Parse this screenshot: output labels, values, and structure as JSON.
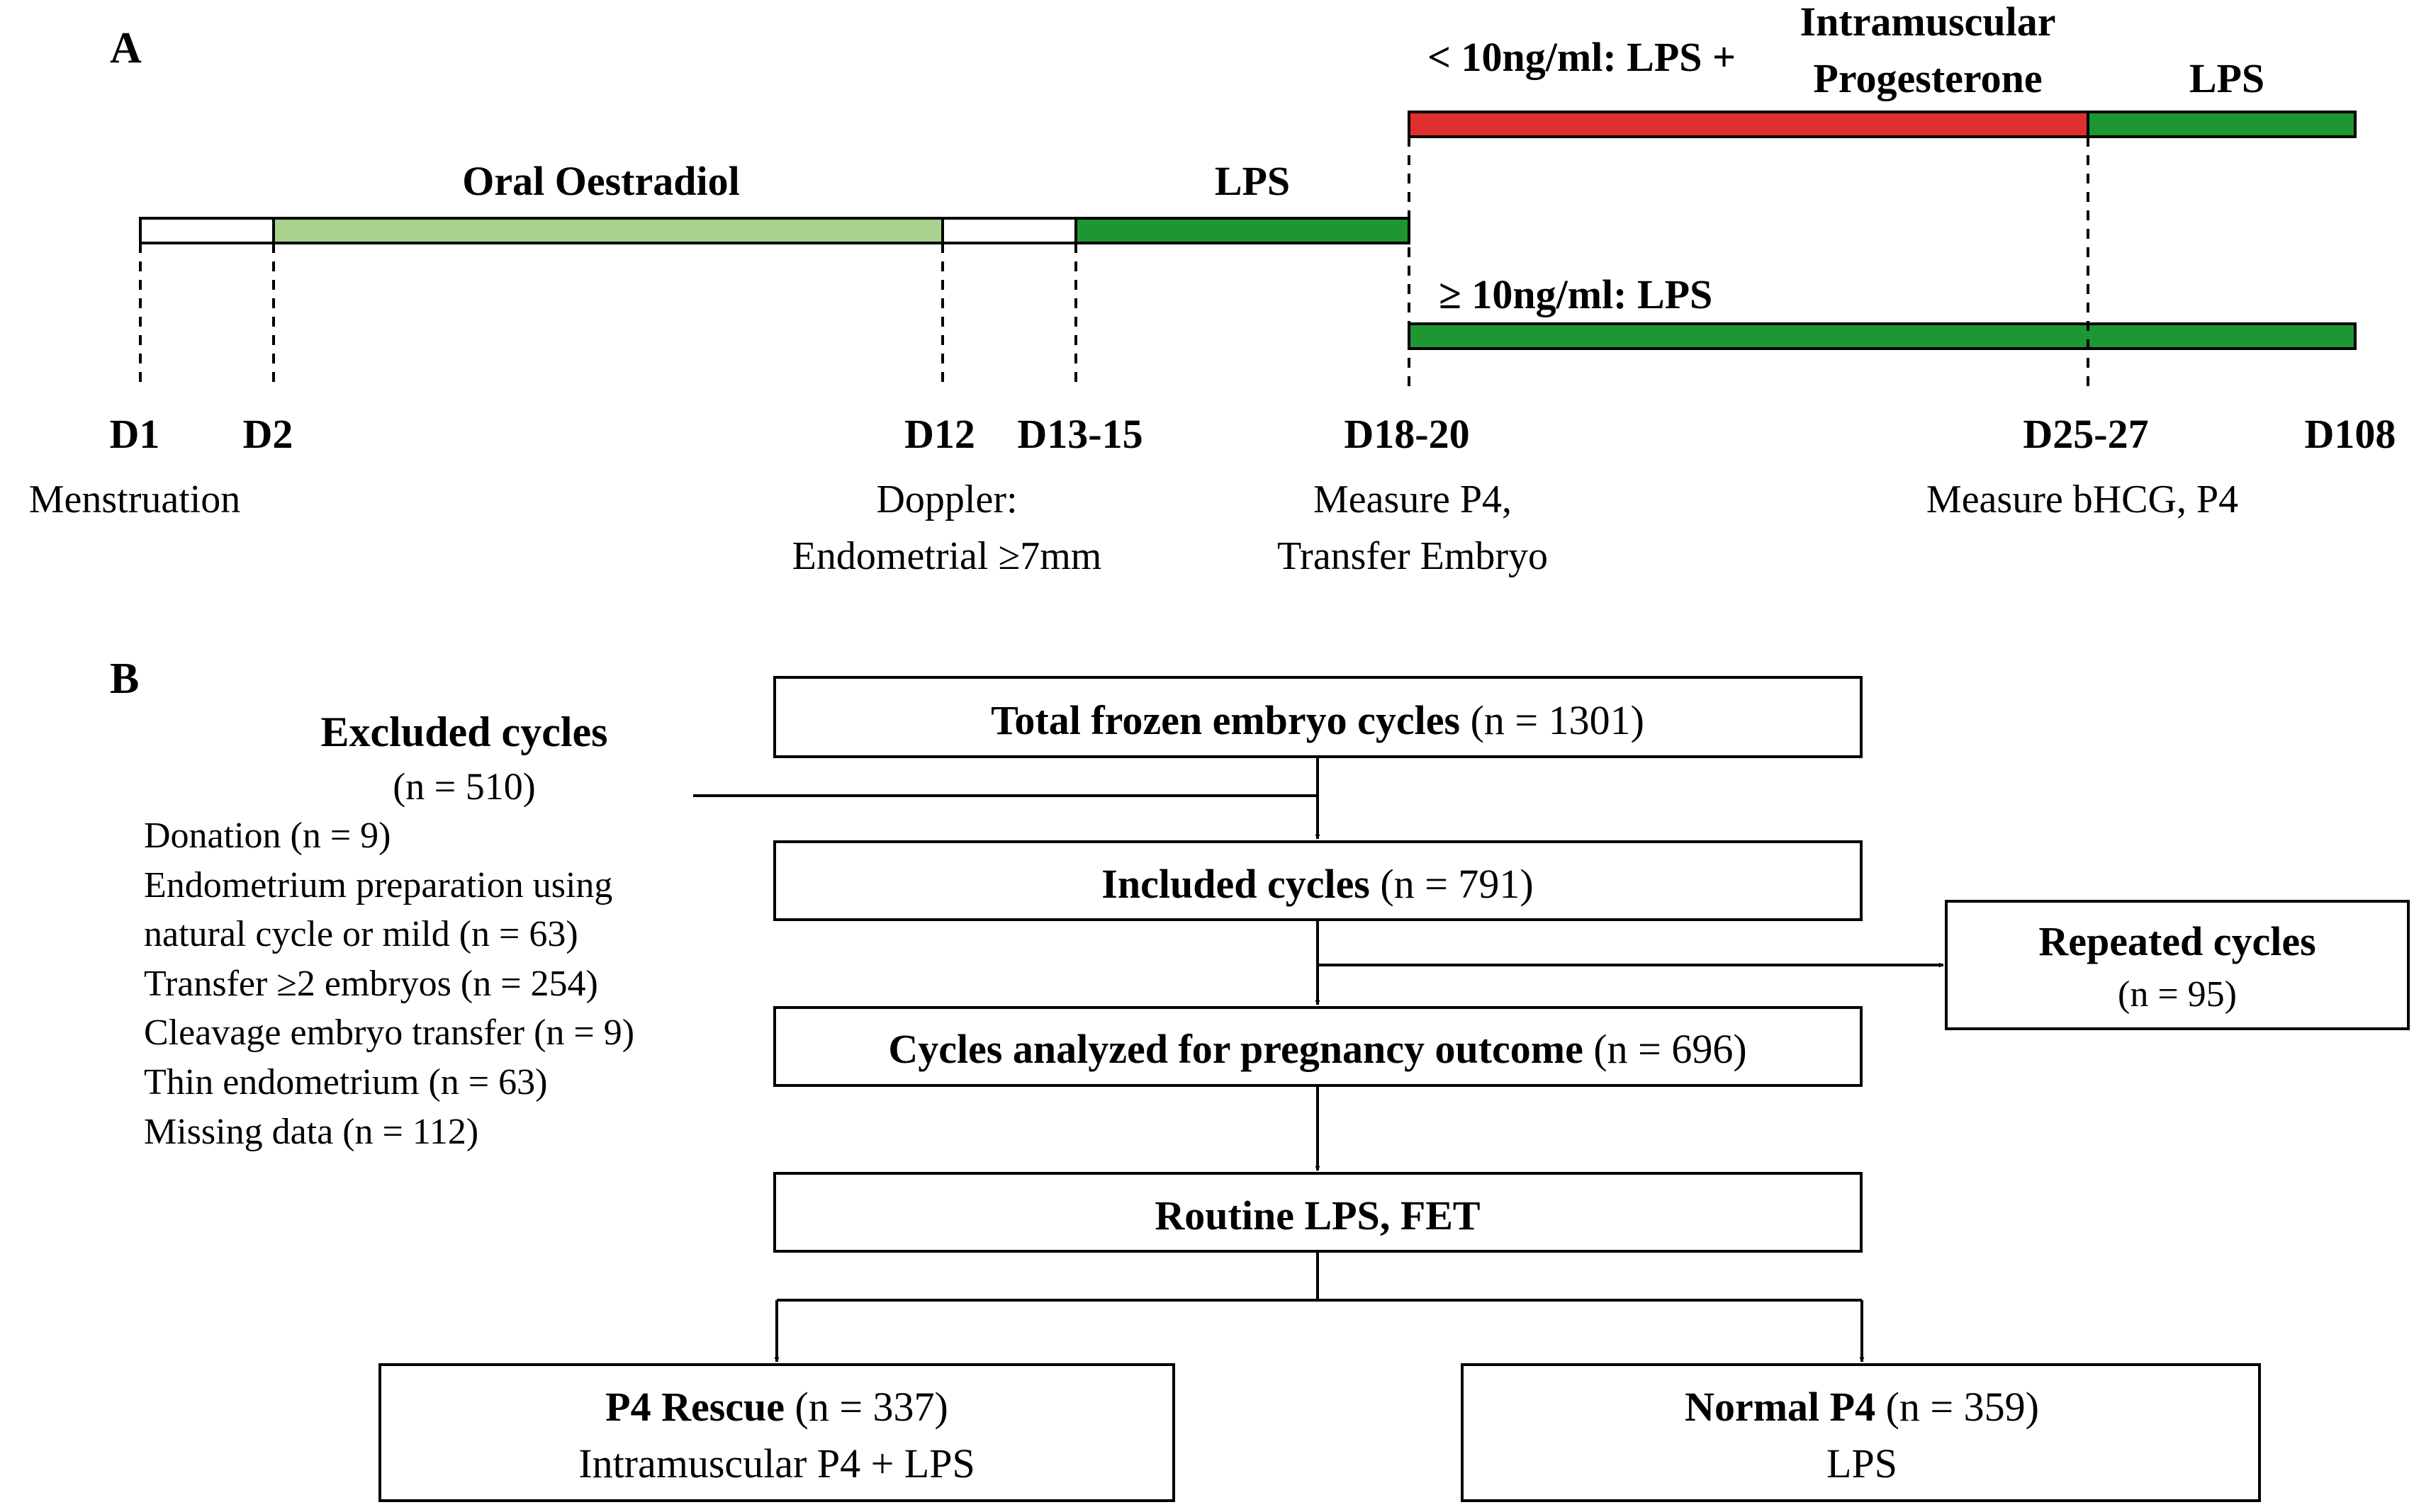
{
  "panel_a": {
    "label": "A",
    "phases": {
      "oral_oestradiol": "Oral Oestradiol",
      "lps_first": "LPS",
      "low_p4": "< 10ng/ml: LPS +",
      "im_line1": "Intramuscular",
      "im_line2": "Progesterone",
      "lps_late": "LPS",
      "high_p4": "≥ 10ng/ml: LPS"
    },
    "days": {
      "d1": "D1",
      "d2": "D2",
      "d12": "D12",
      "d13_15": "D13-15",
      "d18_20": "D18-20",
      "d25_27": "D25-27",
      "d108": "D108"
    },
    "events": {
      "menstruation": "Menstruation",
      "doppler_line1": "Doppler:",
      "doppler_line2": "Endometrial ≥7mm",
      "measure_p4": "Measure P4,",
      "transfer_embryo": "Transfer Embryo",
      "measure_bhcg": "Measure bHCG, P4"
    },
    "colors": {
      "light_green": "#a9d18e",
      "green": "#1e9632",
      "red": "#e0302e"
    }
  },
  "panel_b": {
    "label": "B",
    "total": {
      "title": "Total frozen embryo cycles",
      "count": "(n = 1301)"
    },
    "excluded": {
      "title": "Excluded cycles",
      "count": "(n = 510)",
      "items": [
        "Donation (n = 9)",
        "Endometrium preparation using",
        "natural cycle or mild (n = 63)",
        "Transfer ≥2 embryos (n = 254)",
        "Cleavage embryo transfer (n = 9)",
        "Thin endometrium (n = 63)",
        "Missing data (n = 112)"
      ]
    },
    "included": {
      "title": "Included cycles",
      "count": "(n = 791)"
    },
    "repeated": {
      "title": "Repeated cycles",
      "count": "(n = 95)"
    },
    "analyzed": {
      "title": "Cycles analyzed for pregnancy outcome",
      "count": "(n = 696)"
    },
    "routine": {
      "title": "Routine LPS, FET"
    },
    "rescue": {
      "title": "P4 Rescue",
      "count": "(n = 337)",
      "sub": "Intramuscular P4 + LPS"
    },
    "normal": {
      "title": "Normal P4",
      "count": "(n = 359)",
      "sub": "LPS"
    }
  }
}
